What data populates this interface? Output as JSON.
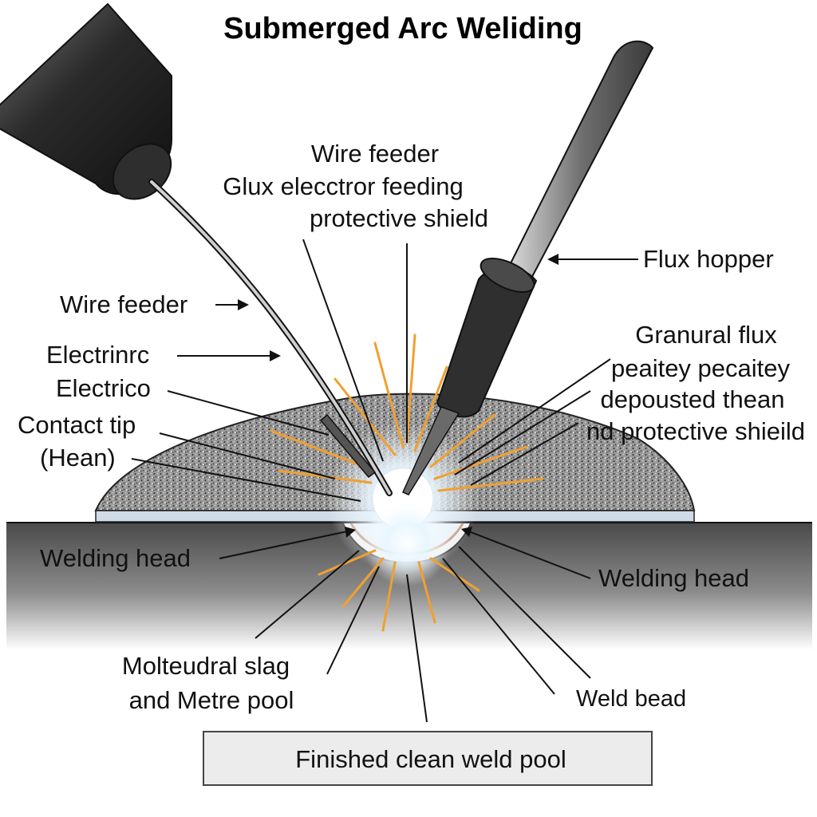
{
  "title": "Submerged Arc Weliding",
  "labels": {
    "center_line1": "Wire feeder",
    "center_line2": "Glux elecctror feeding",
    "center_line3": "protective shield",
    "flux_hopper": "Flux hopper",
    "wire_feeder": "Wire feeder",
    "electrinrc": "Electrinrc",
    "electrico": "Electrico",
    "contact_tip_line1": "Contact tip",
    "contact_tip_line2": "(Hean)",
    "granural_line1": "Granural flux",
    "granural_line2": "peaitey pecaitey",
    "granural_line3": "depousted thean",
    "granural_line4": "nd protective shieild",
    "welding_head_left": "Welding head",
    "welding_head_right": "Welding head",
    "molten_line1": "Molteudral slag",
    "molten_line2": "and Metre pool",
    "weld_bead": "Weld bead",
    "finished_box": "Finished clean weld pool"
  },
  "colors": {
    "flux": "#8a8a8a",
    "spark": "#f0a030",
    "arc_glow": "#ffffff",
    "base_metal_top": "#4a4a4a",
    "base_metal_bottom": "#ffffff",
    "tube": "#3a3a3a",
    "box_fill": "#ececec"
  }
}
